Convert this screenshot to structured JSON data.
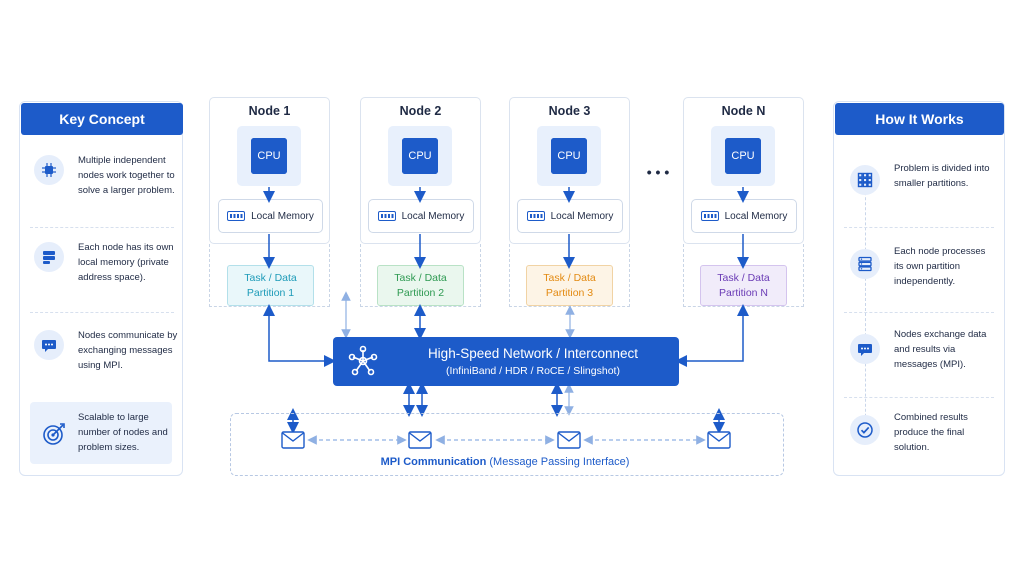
{
  "left_panel": {
    "title": "Key Concept",
    "items": [
      {
        "icon": "cpu-chip-icon",
        "text": "Multiple independent nodes work together to solve a larger problem."
      },
      {
        "icon": "memory-server-icon",
        "text": "Each node has its own local memory (private address space)."
      },
      {
        "icon": "chat-bubble-icon",
        "text": "Nodes communicate by exchanging messages using MPI."
      },
      {
        "icon": "target-icon",
        "text": "Scalable to large number of nodes and problem sizes."
      }
    ]
  },
  "right_panel": {
    "title": "How It Works",
    "items": [
      {
        "icon": "grid-partition-icon",
        "text": "Problem is divided into smaller partitions."
      },
      {
        "icon": "server-stack-icon",
        "text": "Each node processes its own partition independently."
      },
      {
        "icon": "chat-bubble-icon",
        "text": "Nodes exchange data and results via messages (MPI)."
      },
      {
        "icon": "check-circle-icon",
        "text": "Combined results produce the final solution."
      }
    ]
  },
  "nodes": [
    {
      "title": "Node 1",
      "cpu": "CPU",
      "memory": "Local Memory",
      "partition": "Task / Data\nPartition 1",
      "color": "#1d9bb8",
      "bg": "#e9f7fa"
    },
    {
      "title": "Node 2",
      "cpu": "CPU",
      "memory": "Local Memory",
      "partition": "Task / Data\nPartition 2",
      "color": "#2e9a52",
      "bg": "#eaf7ee"
    },
    {
      "title": "Node 3",
      "cpu": "CPU",
      "memory": "Local Memory",
      "partition": "Task / Data\nPartition 3",
      "color": "#e38a12",
      "bg": "#fdf4e6"
    },
    {
      "title": "Node N",
      "cpu": "CPU",
      "memory": "Local Memory",
      "partition": "Task / Data\nPartition N",
      "color": "#6a3bb5",
      "bg": "#f1ecfa"
    }
  ],
  "ellipsis": "• • •",
  "network": {
    "title": "High-Speed Network / Interconnect",
    "subtitle": "(InfiniBand / HDR / RoCE / Slingshot)"
  },
  "mpi": {
    "label_bold": "MPI Communication",
    "label_rest": " (Message Passing Interface)"
  },
  "colors": {
    "accent": "#1d5bc9",
    "light": "#e6eefb"
  }
}
